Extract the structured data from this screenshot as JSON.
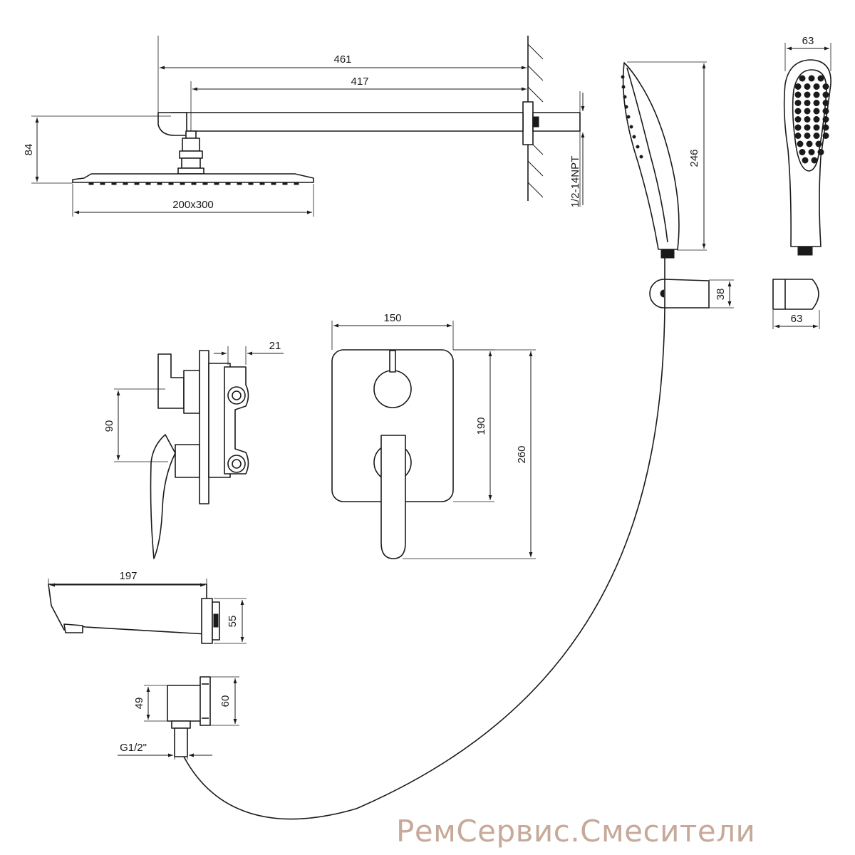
{
  "dimensions": {
    "arm_total_length": "461",
    "arm_length": "417",
    "head_height": "84",
    "head_size": "200x300",
    "wall_thread": "1/2-14NPT",
    "hand_shower_width": "63",
    "hand_shower_length": "246",
    "holder_height": "38",
    "holder_width": "63",
    "valve_depth": "21",
    "valve_spacing": "90",
    "plate_width": "150",
    "plate_height": "190",
    "total_height": "260",
    "spout_length": "197",
    "spout_height": "55",
    "outlet_height": "49",
    "outlet_plate": "60",
    "outlet_thread": "G1/2\""
  },
  "watermark": "РемСервис.Смесители",
  "colors": {
    "line": "#1a1a1a",
    "watermark": "#c7a99a",
    "background": "#ffffff"
  }
}
